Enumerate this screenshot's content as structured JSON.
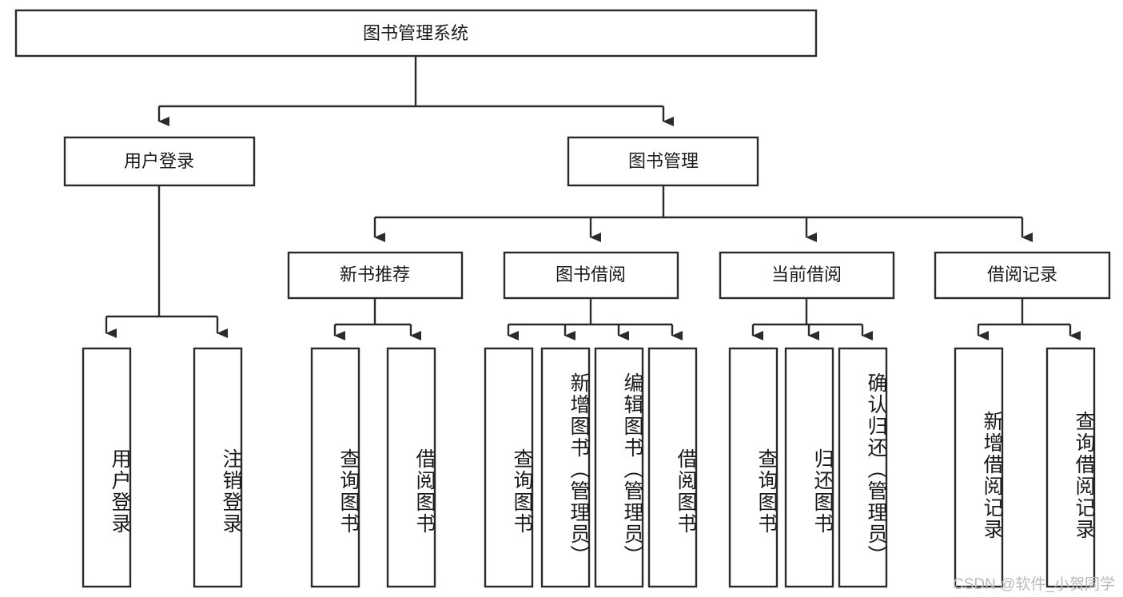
{
  "diagram": {
    "title": "图书管理系统",
    "type": "tree-hierarchy-diagram",
    "root": {
      "id": "root",
      "label": "图书管理系统"
    },
    "level1": [
      {
        "id": "user-login",
        "label": "用户登录"
      },
      {
        "id": "book-management",
        "label": "图书管理"
      }
    ],
    "level2": [
      {
        "id": "new-book-recommend",
        "label": "新书推荐",
        "parent": "book-management"
      },
      {
        "id": "book-borrow",
        "label": "图书借阅",
        "parent": "book-management"
      },
      {
        "id": "current-borrow",
        "label": "当前借阅",
        "parent": "book-management"
      },
      {
        "id": "borrow-record",
        "label": "借阅记录",
        "parent": "book-management"
      }
    ],
    "leaves": [
      {
        "id": "leaf-user-login",
        "label": "用户登录",
        "parent": "user-login"
      },
      {
        "id": "leaf-logout-login",
        "label": "注销登录",
        "parent": "user-login"
      },
      {
        "id": "leaf-query-book-1",
        "label": "查询图书",
        "parent": "new-book-recommend"
      },
      {
        "id": "leaf-borrow-book-1",
        "label": "借阅图书",
        "parent": "new-book-recommend"
      },
      {
        "id": "leaf-query-book-2",
        "label": "查询图书",
        "parent": "book-borrow"
      },
      {
        "id": "leaf-add-book",
        "label": "新增图书（管理员）",
        "parent": "book-borrow"
      },
      {
        "id": "leaf-edit-book",
        "label": "编辑图书（管理员）",
        "parent": "book-borrow"
      },
      {
        "id": "leaf-borrow-book-2",
        "label": "借阅图书",
        "parent": "book-borrow"
      },
      {
        "id": "leaf-query-book-3",
        "label": "查询图书",
        "parent": "current-borrow"
      },
      {
        "id": "leaf-return-book",
        "label": "归还图书",
        "parent": "current-borrow"
      },
      {
        "id": "leaf-confirm-return",
        "label": "确认归还（管理员）",
        "parent": "current-borrow"
      },
      {
        "id": "leaf-add-record",
        "label": "新增借阅记录",
        "parent": "borrow-record"
      },
      {
        "id": "leaf-query-record",
        "label": "查询借阅记录",
        "parent": "borrow-record"
      }
    ],
    "colors": {
      "stroke": "#2b2b2b",
      "fill": "#ffffff",
      "text": "#1a1a1a",
      "watermark": "#b9b9b9"
    }
  },
  "watermark": {
    "text": "CSDN @软件_小贺同学"
  }
}
